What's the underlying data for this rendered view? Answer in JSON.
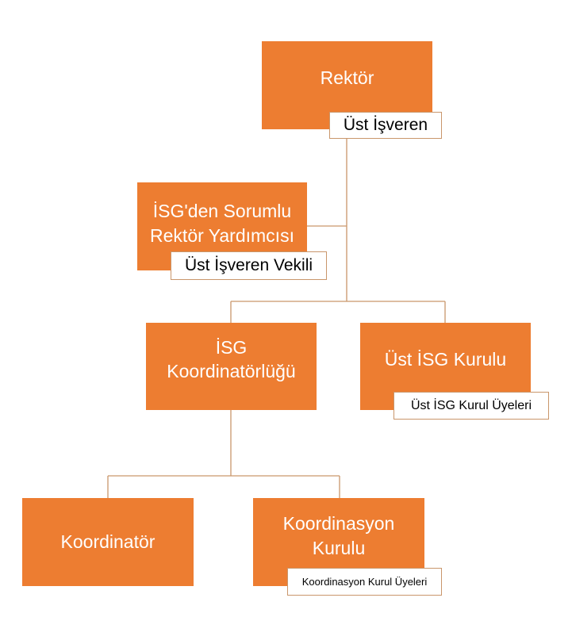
{
  "nodes": {
    "rektor": {
      "label": "Rektör",
      "role": "Üst İşveren"
    },
    "rektor_yardimcisi": {
      "label": "İSG'den Sorumlu\nRektör Yardımcısı",
      "role": "Üst İşveren Vekili"
    },
    "isg_koordinatorlugu": {
      "label": "İSG\nKoordinatörlüğü"
    },
    "ust_isg_kurulu": {
      "label": "Üst İSG Kurulu",
      "role": "Üst İSG Kurul Üyeleri"
    },
    "koordinator": {
      "label": "Koordinatör"
    },
    "koordinasyon_kurulu": {
      "label": "Koordinasyon\nKurulu",
      "role": "Koordinasyon Kurul Üyeleri"
    }
  },
  "colors": {
    "node_fill": "#ed7d31",
    "connector": "#c9966b",
    "tag_fill": "#ffffff"
  }
}
